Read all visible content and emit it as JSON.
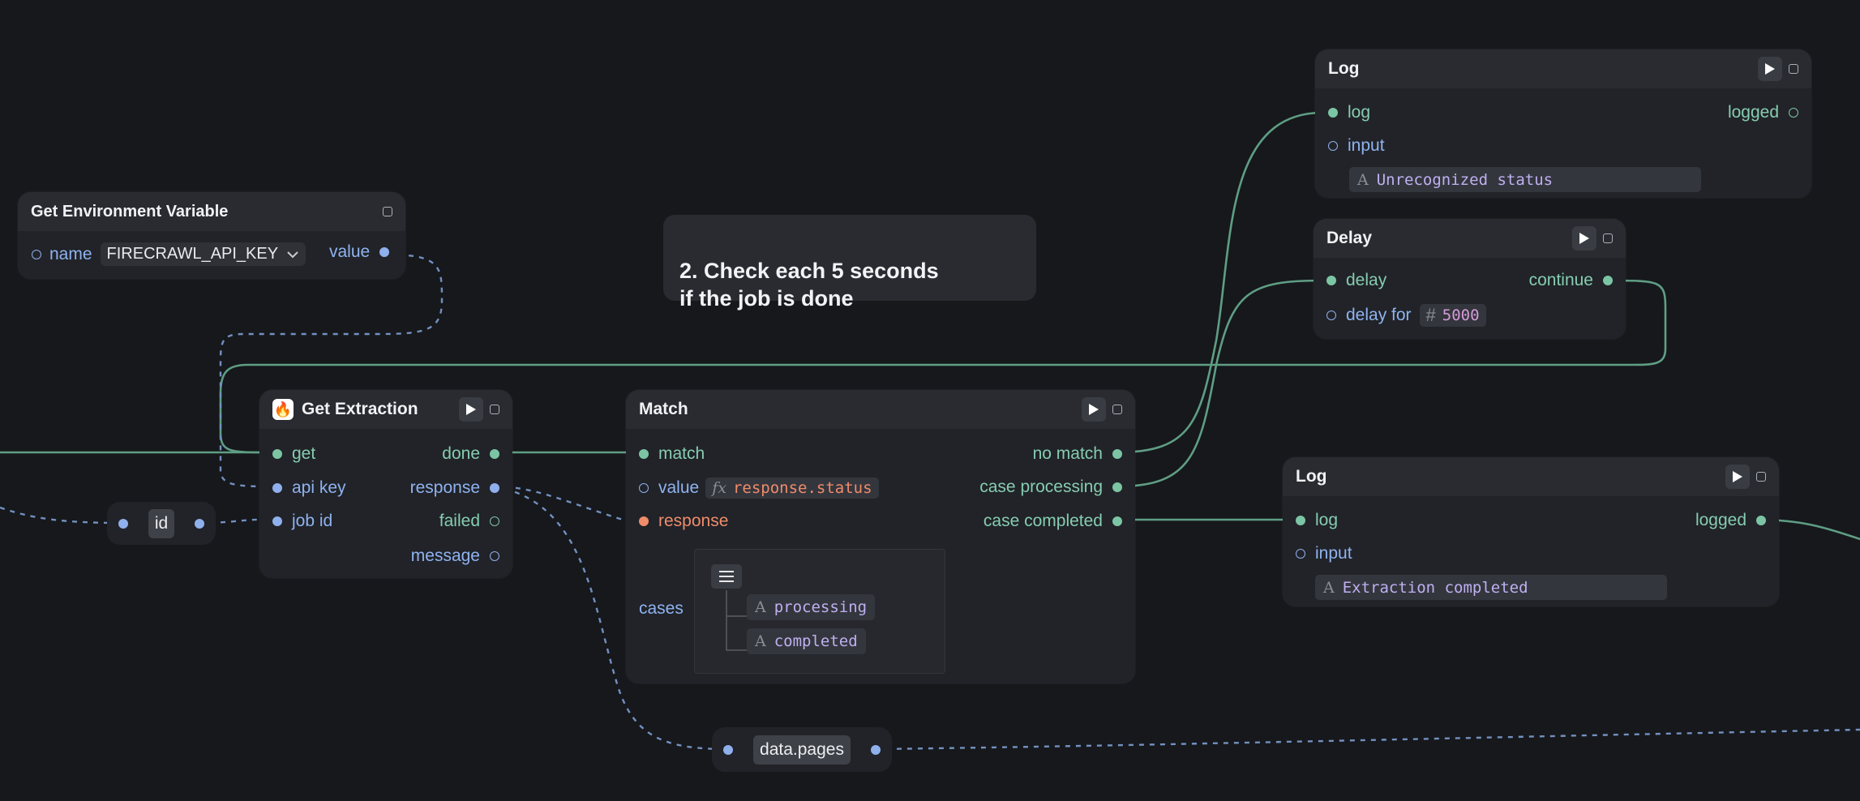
{
  "comment": {
    "text": "2. Check each 5 seconds\nif the job is done"
  },
  "env_node": {
    "title": "Get Environment Variable",
    "name_label": "name",
    "name_value": "FIRECRAWL_API_KEY",
    "value_label": "value"
  },
  "get_extraction": {
    "title": "Get Extraction",
    "inputs": [
      "get",
      "api key",
      "job id"
    ],
    "outputs": [
      "done",
      "response",
      "failed",
      "message"
    ]
  },
  "id_node": {
    "label": "id"
  },
  "pages_node": {
    "label": "data.pages"
  },
  "match": {
    "title": "Match",
    "match_label": "match",
    "value_label": "value",
    "value_expr": "response.status",
    "response_label": "response",
    "cases_label": "cases",
    "cases": [
      "processing",
      "completed"
    ],
    "outputs": [
      "no match",
      "case processing",
      "case completed"
    ]
  },
  "log_top": {
    "title": "Log",
    "log_label": "log",
    "input_label": "input",
    "input_value": "Unrecognized status",
    "logged_label": "logged"
  },
  "delay": {
    "title": "Delay",
    "delay_label": "delay",
    "delay_for_label": "delay for",
    "delay_for_value": "5000",
    "continue_label": "continue"
  },
  "log_bottom": {
    "title": "Log",
    "log_label": "log",
    "input_label": "input",
    "input_value": "Extraction completed",
    "logged_label": "logged"
  },
  "icons": [
    "play-icon",
    "square-icon",
    "fire-icon",
    "chevron-down-icon",
    "text-icon",
    "fx-icon",
    "hash-icon",
    "list-icon"
  ],
  "colors": {
    "background": "#16181c",
    "node": "#212328",
    "exec": "#7cc5a4",
    "data": "#8fb0ec",
    "response": "#f08c6a",
    "string": "#bfb0f2"
  }
}
